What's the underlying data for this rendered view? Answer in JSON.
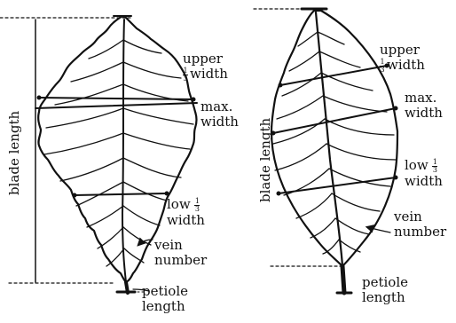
{
  "colors": {
    "ink": "#111111",
    "paper": "#ffffff"
  },
  "left_leaf": {
    "blade_length": "blade length",
    "upper_third_width": {
      "prefix": "upper",
      "frac_num": "1",
      "frac_den": "3",
      "suffix": "width"
    },
    "max_width": {
      "line1": "max.",
      "line2": "width"
    },
    "low_third_width": {
      "prefix": "low",
      "frac_num": "1",
      "frac_den": "3",
      "suffix": "width"
    },
    "vein_number": {
      "line1": "vein",
      "line2": "number"
    },
    "petiole_length": {
      "line1": "petiole",
      "line2": "length"
    }
  },
  "right_leaf": {
    "blade_length": "blade length",
    "upper_third_width": {
      "prefix": "upper",
      "frac_num": "1",
      "frac_den": "3",
      "suffix": "width"
    },
    "max_width": {
      "line1": "max.",
      "line2": "width"
    },
    "low_third_width": {
      "prefix": "low",
      "frac_num": "1",
      "frac_den": "3",
      "suffix": "width"
    },
    "vein_number": {
      "line1": "vein",
      "line2": "number"
    },
    "petiole_length": {
      "line1": "petiole",
      "line2": "length"
    }
  }
}
